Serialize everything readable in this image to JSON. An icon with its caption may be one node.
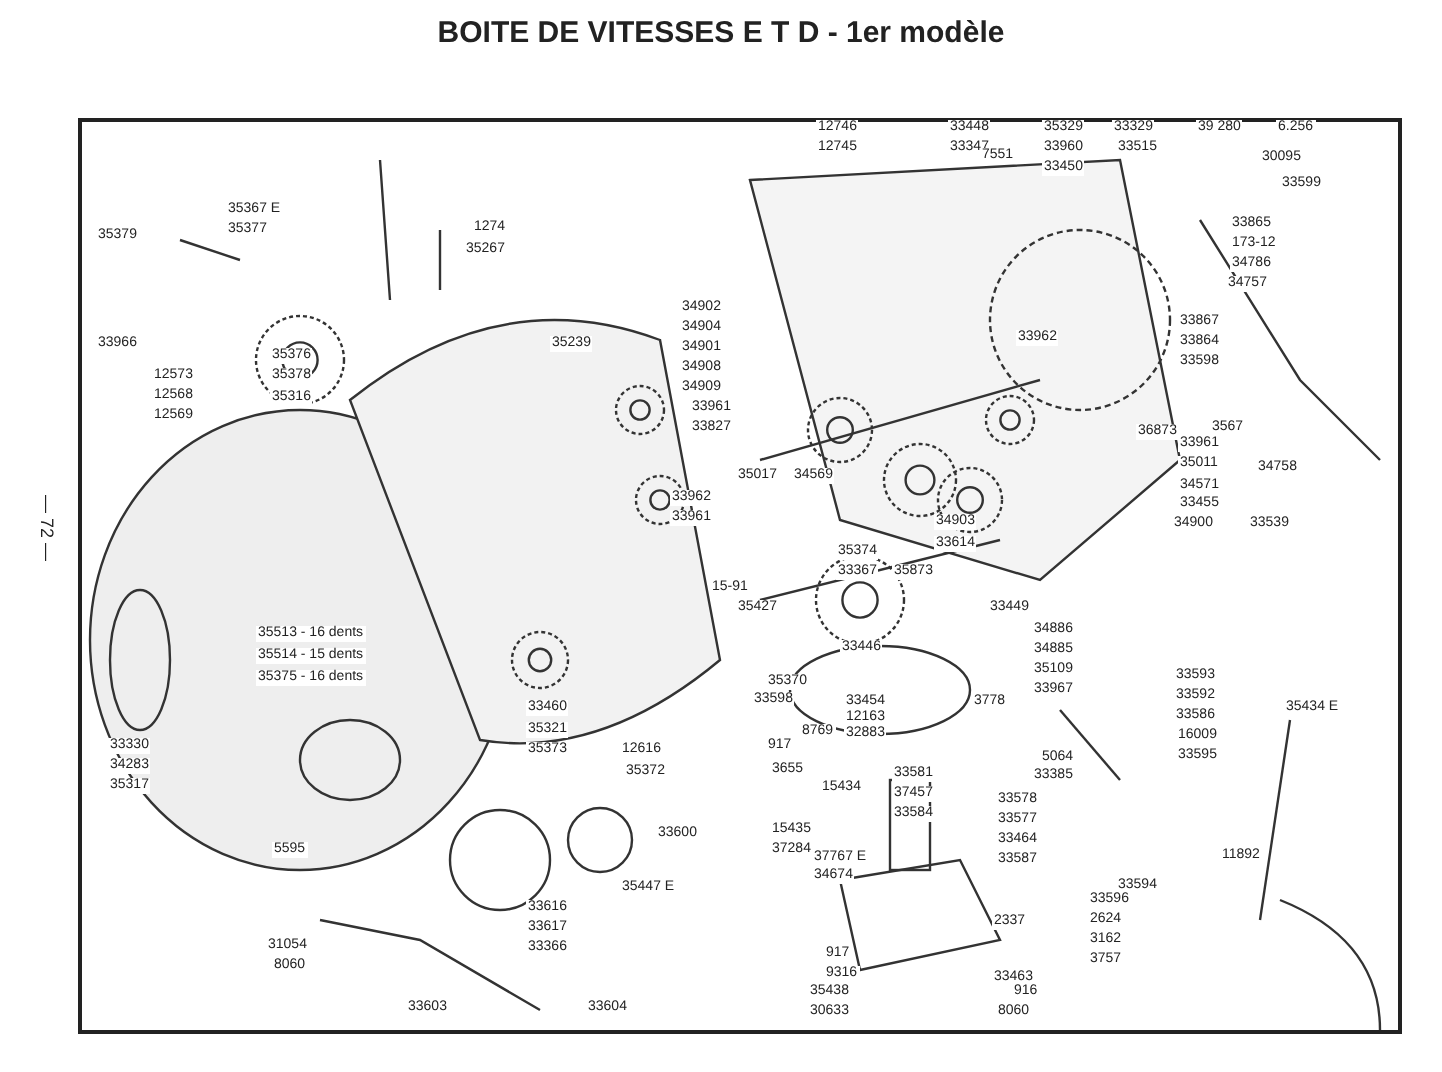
{
  "diagram": {
    "title": "BOITE DE VITESSES E T D - 1er modèle",
    "labels": [
      "12746",
      "12745",
      "33448",
      "33347",
      "35329",
      "33960",
      "33450",
      "33329",
      "33515",
      "39 280",
      "6.256",
      "30095",
      "33599",
      "7551",
      "35367 E",
      "35377",
      "35379",
      "1274",
      "35267",
      "33966",
      "35376",
      "35378",
      "35316",
      "12573",
      "12568",
      "12569",
      "35239",
      "33865",
      "173-12",
      "34786",
      "34757",
      "34902",
      "34904",
      "34901",
      "34908",
      "34909",
      "33961",
      "33827",
      "33962",
      "33867",
      "33864",
      "33598",
      "33962",
      "33961",
      "35017",
      "34569",
      "36873",
      "3567",
      "33961",
      "35011",
      "34571",
      "33455",
      "34758",
      "34900",
      "33539",
      "35374",
      "34903",
      "33614",
      "33367",
      "35873",
      "15-91",
      "35427",
      "33449",
      "34886",
      "34885",
      "33446",
      "35109",
      "33967",
      "3778",
      "33593",
      "33592",
      "33586",
      "35513 - 16 dents",
      "35514 - 15 dents",
      "35375 - 16 dents",
      "35370",
      "33598",
      "33454",
      "12163",
      "8769",
      "32883",
      "917",
      "5064",
      "16009",
      "33595",
      "33385",
      "35434 E",
      "33460",
      "35321",
      "35373",
      "12616",
      "35372",
      "33330",
      "34283",
      "35317",
      "3655",
      "33581",
      "37457",
      "33578",
      "15434",
      "33600",
      "15435",
      "37284",
      "33584",
      "33577",
      "33464",
      "33587",
      "37767 E",
      "34674",
      "11892",
      "33594",
      "33596",
      "2624",
      "2337",
      "3162",
      "3757",
      "5595",
      "35447 E",
      "33616",
      "33617",
      "33366",
      "31054",
      "8060",
      "917",
      "9316",
      "33463",
      "35438",
      "916",
      "30633",
      "8060",
      "33603",
      "33604",
      "— 72 —"
    ]
  }
}
